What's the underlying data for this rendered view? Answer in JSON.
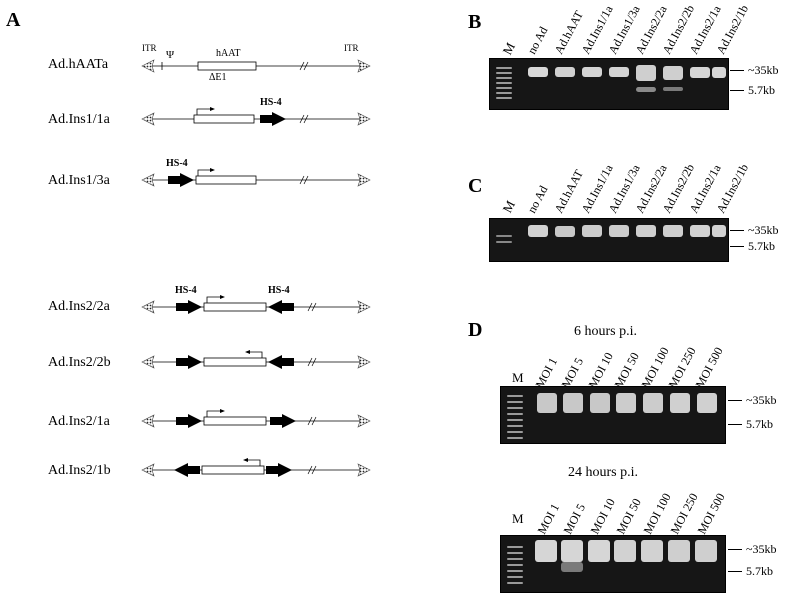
{
  "panels": {
    "a": "A",
    "b": "B",
    "c": "C",
    "d": "D"
  },
  "panel_a": {
    "itr_label": "ITR",
    "psi_label": "Ψ",
    "gene_label": "hAAT",
    "deletion_label": "ΔE1",
    "hs_label": "HS-4",
    "constructs": [
      "Ad.hAATa",
      "Ad.Ins1/1a",
      "Ad.Ins1/3a",
      "Ad.Ins2/2a",
      "Ad.Ins2/2b",
      "Ad.Ins2/1a",
      "Ad.Ins2/1b"
    ]
  },
  "gel_common": {
    "marker": "M",
    "size_large": "~35kb",
    "size_small": "5.7kb"
  },
  "gel_b": {
    "lanes": [
      "no Ad",
      "Ad.hAAT",
      "Ad.Ins1/1a",
      "Ad.Ins1/3a",
      "Ad.Ins2/2a",
      "Ad.Ins2/2b",
      "Ad.Ins2/1a",
      "Ad.Ins2/1b"
    ]
  },
  "gel_c": {
    "lanes": [
      "no Ad",
      "Ad.hAAT",
      "Ad.Ins1/1a",
      "Ad.Ins1/3a",
      "Ad.Ins2/2a",
      "Ad.Ins2/2b",
      "Ad.Ins2/1a",
      "Ad.Ins2/1b"
    ]
  },
  "gel_d": {
    "title_6h": "6 hours p.i.",
    "title_24h": "24 hours p.i.",
    "lanes": [
      "MOI 1",
      "MOI 5",
      "MOI 10",
      "MOI 50",
      "MOI 100",
      "MOI 250",
      "MOI 500"
    ]
  }
}
